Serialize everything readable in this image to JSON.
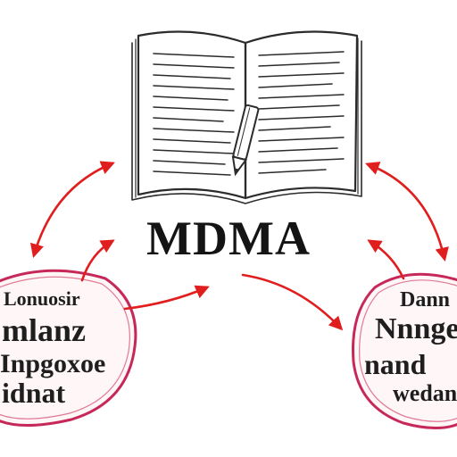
{
  "title": "MDMA",
  "left_bubble": {
    "lines": [
      "Lonuosir",
      "mlanz",
      "Inpgoxoe",
      "idnat"
    ]
  },
  "right_bubble": {
    "lines": [
      "Dann",
      "Nnnge",
      "nand",
      "wedan"
    ]
  },
  "colors": {
    "arrow": "#e01e1e",
    "bubble_outline": "#c7285a",
    "ink": "#2b2b2b"
  },
  "icons": {
    "book": "open-book-icon",
    "pencil": "pencil-icon"
  }
}
